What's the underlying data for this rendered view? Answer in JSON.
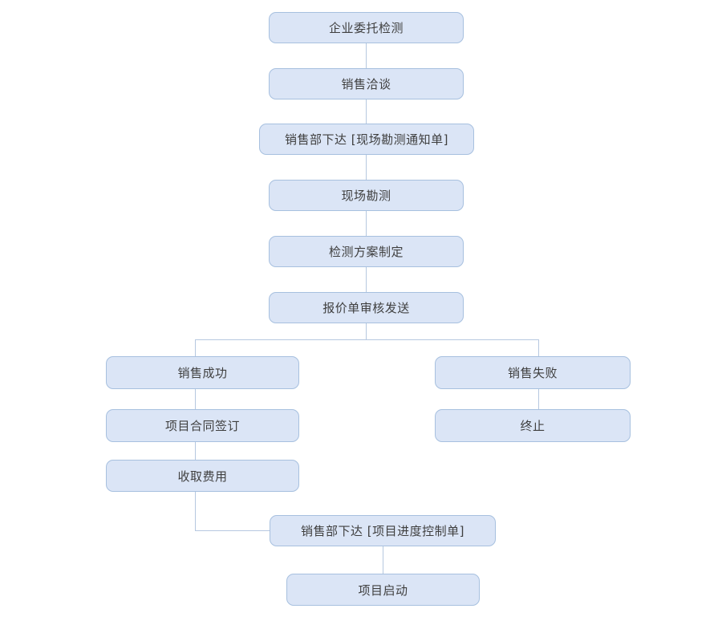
{
  "diagram": {
    "type": "flowchart",
    "background_color": "#ffffff",
    "colors": {
      "node_fill": "#dbe5f6",
      "node_border": "#a7c0df",
      "connector": "#b6c8e0",
      "text": "#3f3f3f"
    },
    "nodes": [
      {
        "id": "n0",
        "label": "企业委托检测"
      },
      {
        "id": "n1",
        "label": "销售洽谈"
      },
      {
        "id": "n2",
        "label": "销售部下达 [现场勘测通知单]"
      },
      {
        "id": "n3",
        "label": "现场勘测"
      },
      {
        "id": "n4",
        "label": "检测方案制定"
      },
      {
        "id": "n5",
        "label": "报价单审核发送"
      },
      {
        "id": "n6",
        "label": "销售成功"
      },
      {
        "id": "n7",
        "label": "销售失败"
      },
      {
        "id": "n8",
        "label": "项目合同签订"
      },
      {
        "id": "n9",
        "label": "终止"
      },
      {
        "id": "n10",
        "label": "收取费用"
      },
      {
        "id": "n11",
        "label": "销售部下达 [项目进度控制单]"
      },
      {
        "id": "n12",
        "label": "项目启动"
      }
    ],
    "edges": [
      {
        "from": "n0",
        "to": "n1"
      },
      {
        "from": "n1",
        "to": "n2"
      },
      {
        "from": "n2",
        "to": "n3"
      },
      {
        "from": "n3",
        "to": "n4"
      },
      {
        "from": "n4",
        "to": "n5"
      },
      {
        "from": "n5",
        "to": "n6"
      },
      {
        "from": "n5",
        "to": "n7"
      },
      {
        "from": "n6",
        "to": "n8"
      },
      {
        "from": "n7",
        "to": "n9"
      },
      {
        "from": "n8",
        "to": "n10"
      },
      {
        "from": "n10",
        "to": "n11"
      },
      {
        "from": "n11",
        "to": "n12"
      }
    ]
  }
}
